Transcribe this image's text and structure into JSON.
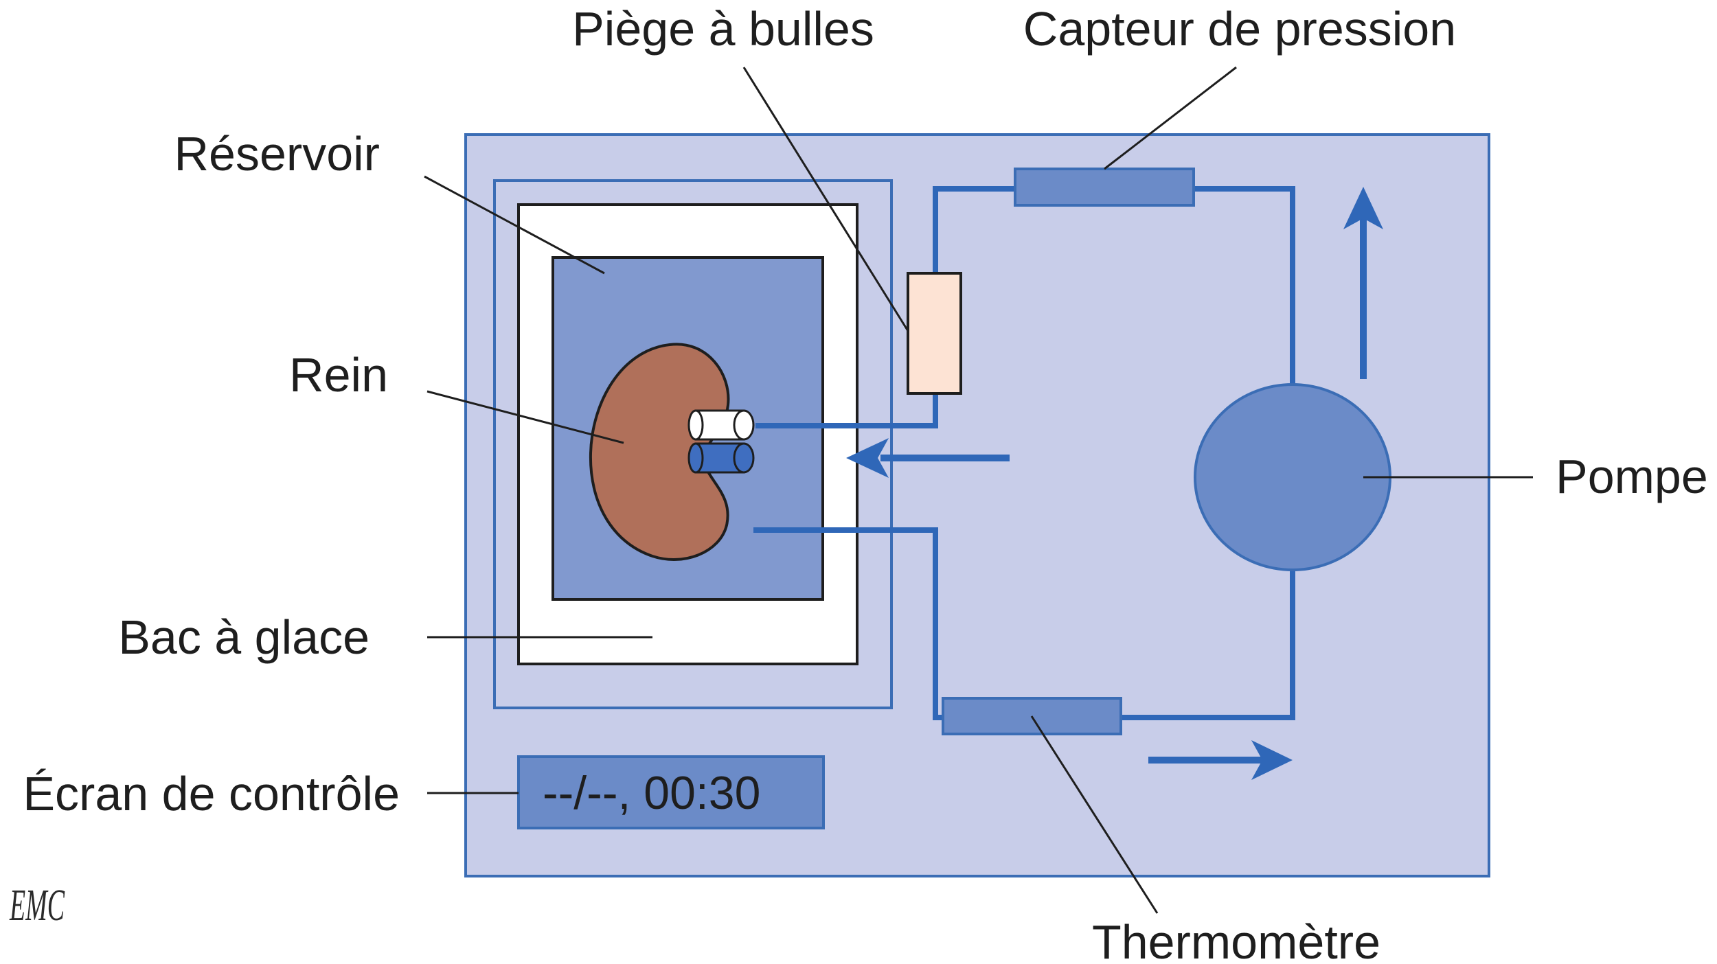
{
  "labels": {
    "bubble_trap": "Piège à bulles",
    "pressure_sensor": "Capteur de pression",
    "reservoir": "Réservoir",
    "kidney": "Rein",
    "ice_tray": "Bac à glace",
    "control_screen": "Écran de contrôle",
    "pump": "Pompe",
    "thermometer": "Thermomètre"
  },
  "screen": {
    "text": "--/--, 00:30"
  },
  "logo": {
    "text": "EMC"
  },
  "colors": {
    "machine_bg": "#c8cde9",
    "machine_border": "#3b6db5",
    "tube": "#2f67b8",
    "reservoir_fill": "#8199cf",
    "component_fill": "#6b8bc8",
    "kidney": "#b0705a",
    "bubble_trap": "#fde3d4",
    "ice_tray": "#ffffff"
  }
}
